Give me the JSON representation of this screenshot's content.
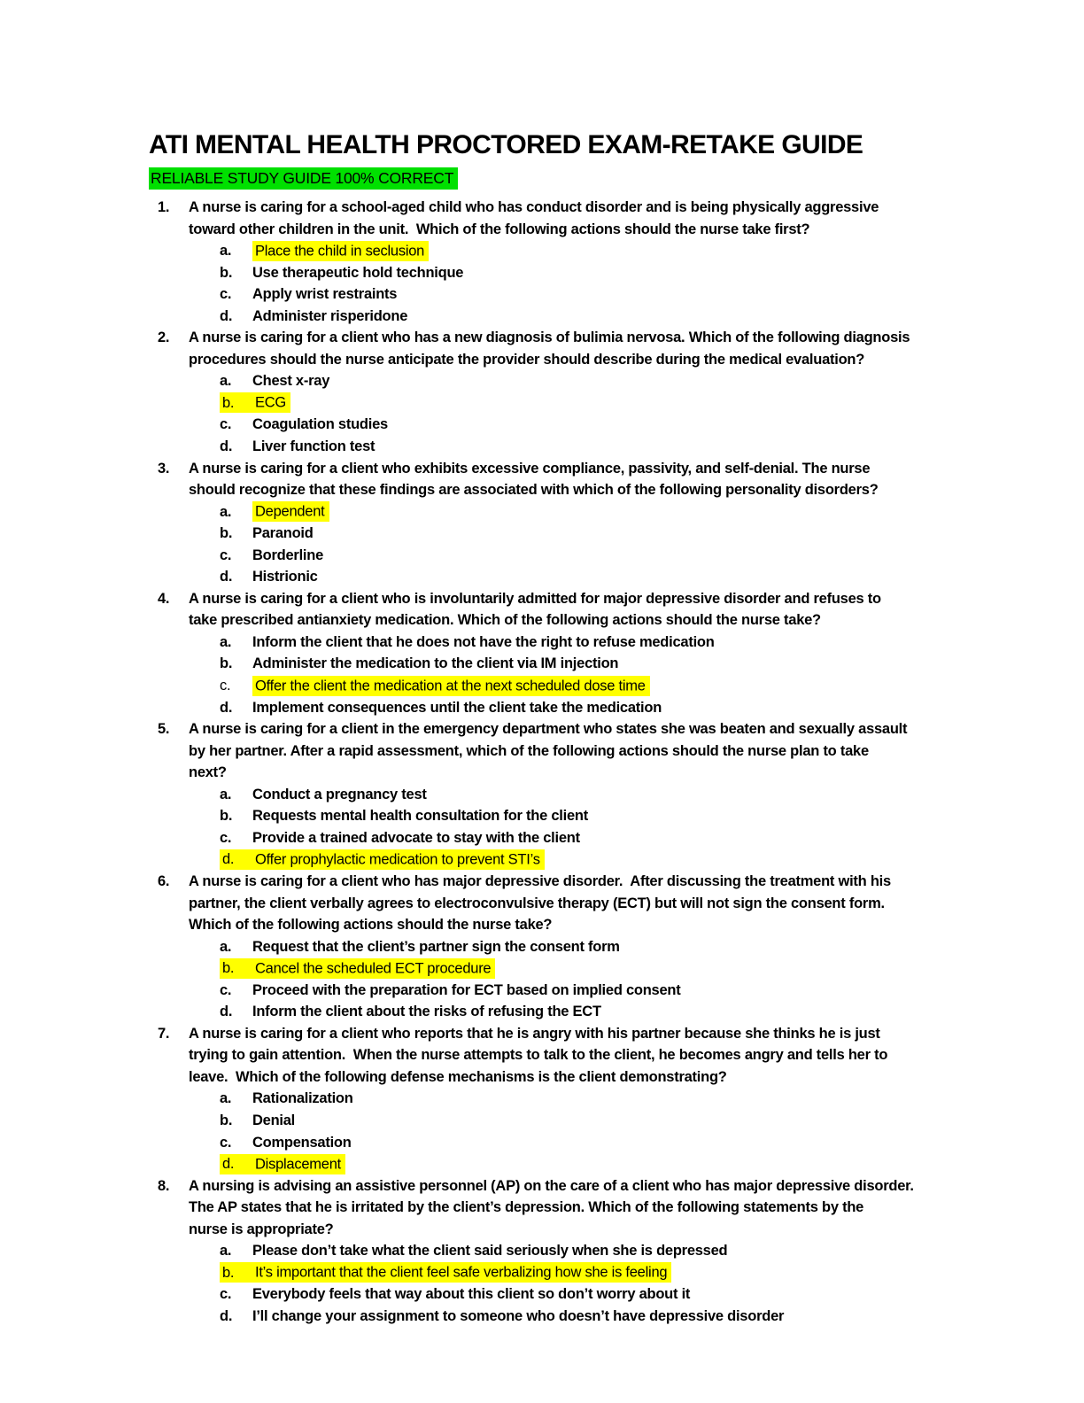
{
  "document": {
    "title": "ATI MENTAL HEALTH PROCTORED EXAM-RETAKE GUIDE",
    "subtitle": "RELIABLE STUDY GUIDE 100% CORRECT"
  },
  "colors": {
    "page_background": "#ffffff",
    "text": "#000000",
    "highlight_yellow": "#ffff00",
    "highlight_green": "#00e000"
  },
  "questions": [
    {
      "number": "1.",
      "lines": [
        "A nurse is caring for a school-aged child who has conduct disorder and is being physically aggressive",
        "toward other children in the unit.  Which of the following actions should the nurse take first?"
      ],
      "options": [
        {
          "letter": "a.",
          "text": "Place the child in seclusion",
          "highlight": "text",
          "letter_bold": true
        },
        {
          "letter": "b.",
          "text": "Use therapeutic hold technique",
          "highlight": "none",
          "letter_bold": true
        },
        {
          "letter": "c.",
          "text": "Apply wrist restraints",
          "highlight": "none",
          "letter_bold": true
        },
        {
          "letter": "d.",
          "text": "Administer risperidone",
          "highlight": "none",
          "letter_bold": true
        }
      ]
    },
    {
      "number": "2.",
      "lines": [
        "A nurse is caring for a client who has a new diagnosis of bulimia nervosa. Which of the following diagnosis",
        "procedures should the nurse anticipate the provider should describe during the medical evaluation?"
      ],
      "options": [
        {
          "letter": "a.",
          "text": "Chest x-ray",
          "highlight": "none",
          "letter_bold": true
        },
        {
          "letter": "b.",
          "text": "ECG",
          "highlight": "full",
          "letter_bold": false
        },
        {
          "letter": "c.",
          "text": "Coagulation studies",
          "highlight": "none",
          "letter_bold": true
        },
        {
          "letter": "d.",
          "text": "Liver function test",
          "highlight": "none",
          "letter_bold": true
        }
      ]
    },
    {
      "number": "3.",
      "lines": [
        "A nurse is caring for a client who exhibits excessive compliance, passivity, and self-denial. The nurse",
        "should recognize that these findings are associated with which of the following personality disorders?"
      ],
      "options": [
        {
          "letter": "a.",
          "text": "Dependent",
          "highlight": "text",
          "letter_bold": true
        },
        {
          "letter": "b.",
          "text": "Paranoid",
          "highlight": "none",
          "letter_bold": true
        },
        {
          "letter": "c.",
          "text": "Borderline",
          "highlight": "none",
          "letter_bold": true
        },
        {
          "letter": "d.",
          "text": "Histrionic",
          "highlight": "none",
          "letter_bold": true
        }
      ]
    },
    {
      "number": "4.",
      "lines": [
        "A nurse is caring for a client who is involuntarily admitted for major depressive disorder and refuses to",
        "take prescribed antianxiety medication. Which of the following actions should the nurse take?"
      ],
      "options": [
        {
          "letter": "a.",
          "text": "Inform the client that he does not have the right to refuse medication",
          "highlight": "none",
          "letter_bold": true
        },
        {
          "letter": "b.",
          "text": "Administer the medication to the client via IM injection",
          "highlight": "none",
          "letter_bold": true
        },
        {
          "letter": "c.",
          "text": "Offer the client the medication at the next scheduled dose time",
          "highlight": "text",
          "letter_bold": false
        },
        {
          "letter": "d.",
          "text": "Implement consequences until the client take the medication",
          "highlight": "none",
          "letter_bold": true
        }
      ]
    },
    {
      "number": "5.",
      "lines": [
        "A nurse is caring for a client in the emergency department who states she was beaten and sexually assault",
        "by her partner. After a rapid assessment, which of the following actions should the nurse plan to take",
        "next?"
      ],
      "options": [
        {
          "letter": "a.",
          "text": "Conduct a pregnancy test",
          "highlight": "none",
          "letter_bold": true
        },
        {
          "letter": "b.",
          "text": "Requests mental health consultation for the client",
          "highlight": "none",
          "letter_bold": true
        },
        {
          "letter": "c.",
          "text": "Provide a trained advocate to stay with the client",
          "highlight": "none",
          "letter_bold": true
        },
        {
          "letter": "d.",
          "text": "Offer prophylactic medication to prevent STI’s",
          "highlight": "full",
          "letter_bold": false
        }
      ]
    },
    {
      "number": "6.",
      "lines": [
        "A nurse is caring for a client who has major depressive disorder.  After discussing the treatment with his",
        "partner, the client verbally agrees to electroconvulsive therapy (ECT) but will not sign the consent form.",
        "Which of the following actions should the nurse take?"
      ],
      "options": [
        {
          "letter": "a.",
          "text": "Request that the client’s partner sign the consent form",
          "highlight": "none",
          "letter_bold": true
        },
        {
          "letter": "b.",
          "text": "Cancel the scheduled ECT procedure",
          "highlight": "full",
          "letter_bold": false
        },
        {
          "letter": "c.",
          "text": "Proceed with the preparation for ECT based on implied consent",
          "highlight": "none",
          "letter_bold": true
        },
        {
          "letter": "d.",
          "text": "Inform the client about the risks of refusing the ECT",
          "highlight": "none",
          "letter_bold": true
        }
      ]
    },
    {
      "number": "7.",
      "lines": [
        "A nurse is caring for a client who reports that he is angry with his partner because she thinks he is just",
        "trying to gain attention.  When the nurse attempts to talk to the client, he becomes angry and tells her to",
        "leave.  Which of the following defense mechanisms is the client demonstrating?"
      ],
      "options": [
        {
          "letter": "a.",
          "text": "Rationalization",
          "highlight": "none",
          "letter_bold": true
        },
        {
          "letter": "b.",
          "text": "Denial",
          "highlight": "none",
          "letter_bold": true
        },
        {
          "letter": "c.",
          "text": "Compensation",
          "highlight": "none",
          "letter_bold": true
        },
        {
          "letter": "d.",
          "text": "Displacement",
          "highlight": "full",
          "letter_bold": false
        }
      ]
    },
    {
      "number": "8.",
      "lines": [
        "A nursing is advising an assistive personnel (AP) on the care of a client who has major depressive disorder.",
        "The AP states that he is irritated by the client’s depression. Which of the following statements by the",
        "nurse is appropriate?"
      ],
      "options": [
        {
          "letter": "a.",
          "text": "Please don’t take what the client said seriously when she is depressed",
          "highlight": "none",
          "letter_bold": true
        },
        {
          "letter": "b.",
          "text": "It’s important that the client feel safe verbalizing how she is feeling",
          "highlight": "full",
          "letter_bold": false
        },
        {
          "letter": "c.",
          "text": "Everybody feels that way about this client so don’t worry about it",
          "highlight": "none",
          "letter_bold": true
        },
        {
          "letter": "d.",
          "text": "I’ll change your assignment to someone who doesn’t have depressive disorder",
          "highlight": "none",
          "letter_bold": true
        }
      ]
    }
  ]
}
